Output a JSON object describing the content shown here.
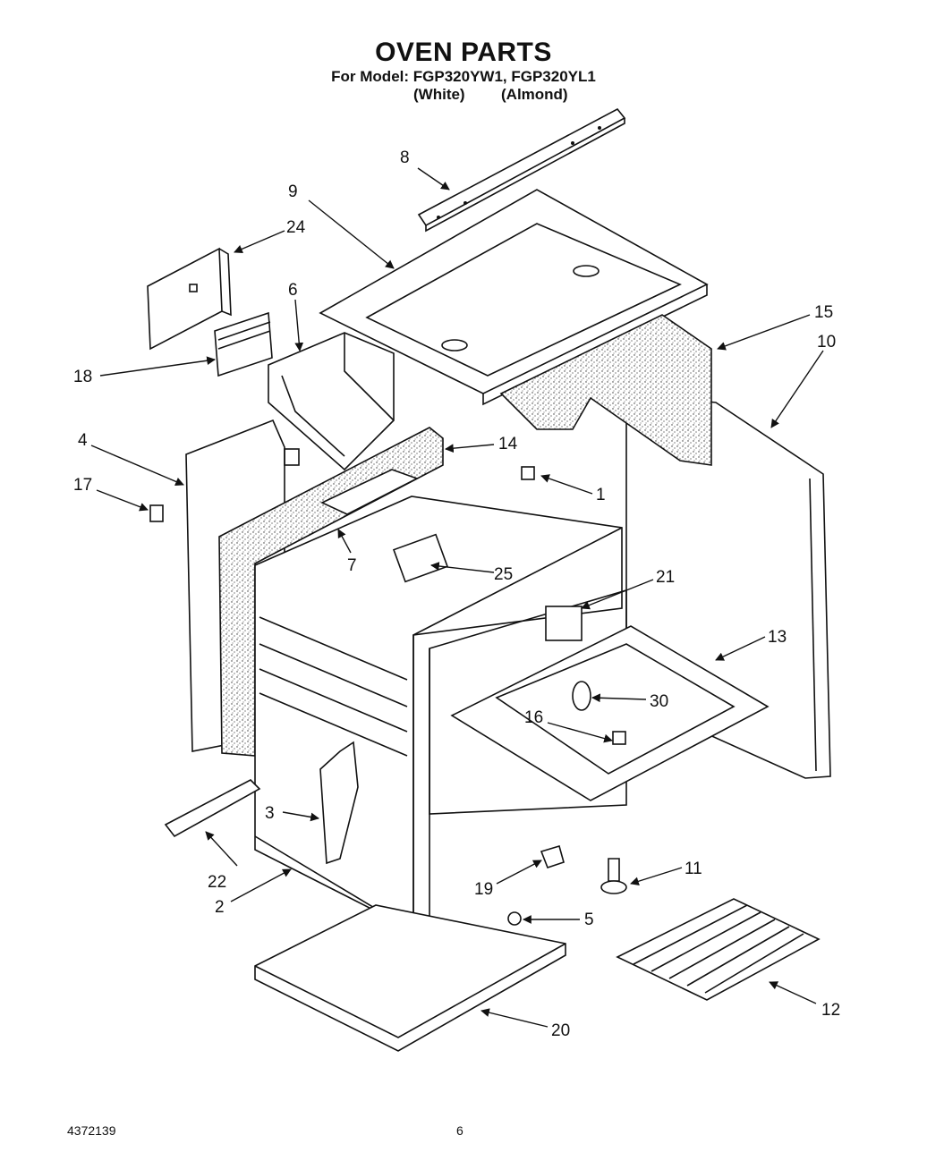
{
  "header": {
    "title": "OVEN PARTS",
    "model_line": "For Model: FGP320YW1, FGP320YL1",
    "variant_1": "(White)",
    "variant_2": "(Almond)"
  },
  "footer": {
    "document_number": "4372139",
    "page_number": "6"
  },
  "callouts": [
    {
      "id": "c8",
      "label": "8"
    },
    {
      "id": "c9",
      "label": "9"
    },
    {
      "id": "c24",
      "label": "24"
    },
    {
      "id": "c6",
      "label": "6"
    },
    {
      "id": "c15",
      "label": "15"
    },
    {
      "id": "c10",
      "label": "10"
    },
    {
      "id": "c18",
      "label": "18"
    },
    {
      "id": "c4",
      "label": "4"
    },
    {
      "id": "c14",
      "label": "14"
    },
    {
      "id": "c17",
      "label": "17"
    },
    {
      "id": "c1",
      "label": "1"
    },
    {
      "id": "c7",
      "label": "7"
    },
    {
      "id": "c25",
      "label": "25"
    },
    {
      "id": "c21",
      "label": "21"
    },
    {
      "id": "c13",
      "label": "13"
    },
    {
      "id": "c30",
      "label": "30"
    },
    {
      "id": "c16",
      "label": "16"
    },
    {
      "id": "c3",
      "label": "3"
    },
    {
      "id": "c22",
      "label": "22"
    },
    {
      "id": "c2",
      "label": "2"
    },
    {
      "id": "c19",
      "label": "19"
    },
    {
      "id": "c11",
      "label": "11"
    },
    {
      "id": "c5",
      "label": "5"
    },
    {
      "id": "c12",
      "label": "12"
    },
    {
      "id": "c20",
      "label": "20"
    }
  ]
}
